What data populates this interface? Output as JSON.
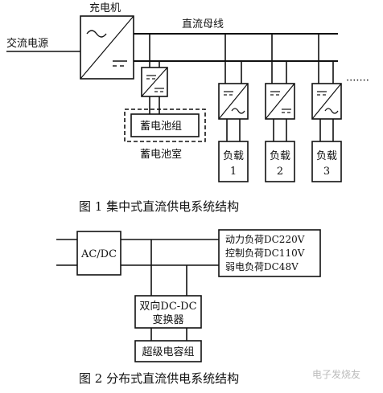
{
  "figure1": {
    "ac_source_label": "交流电源",
    "charger_label": "充电机",
    "dc_bus_label": "直流母线",
    "battery_group_label": "蓄电池组",
    "battery_room_label": "蓄电池室",
    "loads": [
      {
        "name": "负载",
        "index": "1"
      },
      {
        "name": "负载",
        "index": "2"
      },
      {
        "name": "负载",
        "index": "3"
      }
    ],
    "more_marker": "·······",
    "caption": "图 1  集中式直流供电系统结构"
  },
  "figure2": {
    "acdc_label": "AC/DC",
    "loads": [
      "动力负荷DC220V",
      "控制负荷DC110V",
      "弱电负荷DC48V"
    ],
    "dcdc_line1": "双向DC-DC",
    "dcdc_line2": "变换器",
    "supercap_label": "超级电容组",
    "caption": "图 2  分布式直流供电系统结构"
  },
  "watermark": "电子发烧友"
}
